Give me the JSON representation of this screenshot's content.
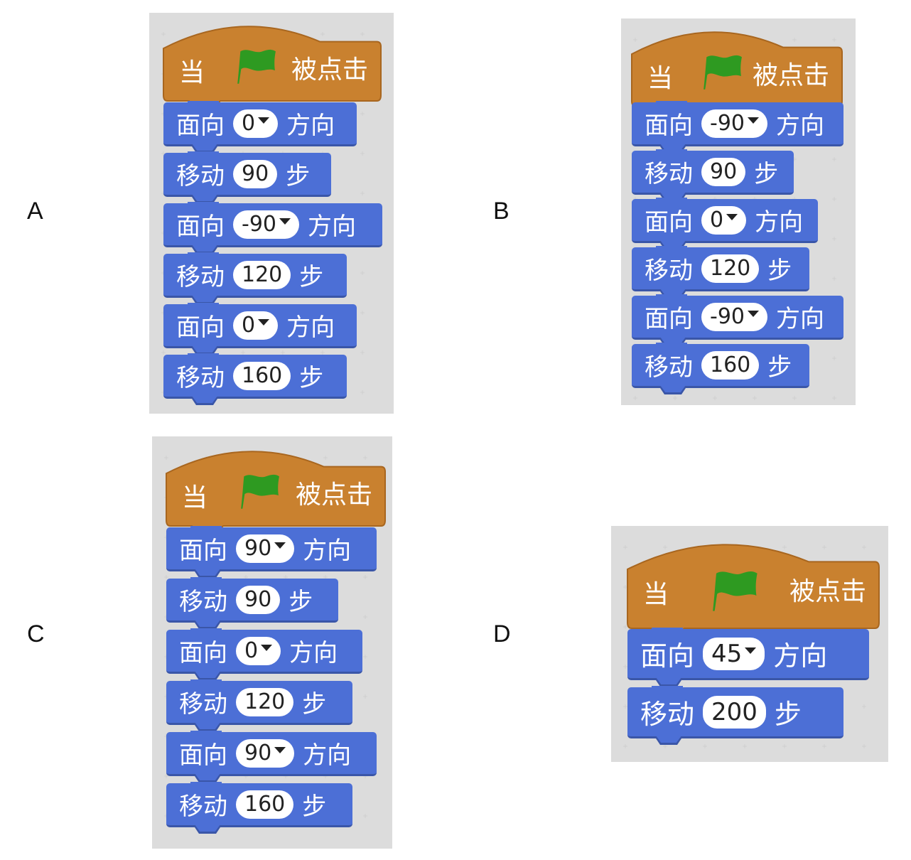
{
  "options": [
    {
      "label": "A",
      "hat": {
        "when": "当",
        "clicked": "被点击",
        "icon": "green-flag-icon"
      },
      "blocks": [
        {
          "kind": "face",
          "prefix": "面向",
          "value": "0",
          "suffix": "方向"
        },
        {
          "kind": "move",
          "prefix": "移动",
          "value": "90",
          "suffix": "步"
        },
        {
          "kind": "face",
          "prefix": "面向",
          "value": "-90",
          "suffix": "方向"
        },
        {
          "kind": "move",
          "prefix": "移动",
          "value": "120",
          "suffix": "步"
        },
        {
          "kind": "face",
          "prefix": "面向",
          "value": "0",
          "suffix": "方向"
        },
        {
          "kind": "move",
          "prefix": "移动",
          "value": "160",
          "suffix": "步"
        }
      ]
    },
    {
      "label": "B",
      "hat": {
        "when": "当",
        "clicked": "被点击",
        "icon": "green-flag-icon"
      },
      "blocks": [
        {
          "kind": "face",
          "prefix": "面向",
          "value": "-90",
          "suffix": "方向"
        },
        {
          "kind": "move",
          "prefix": "移动",
          "value": "90",
          "suffix": "步"
        },
        {
          "kind": "face",
          "prefix": "面向",
          "value": "0",
          "suffix": "方向"
        },
        {
          "kind": "move",
          "prefix": "移动",
          "value": "120",
          "suffix": "步"
        },
        {
          "kind": "face",
          "prefix": "面向",
          "value": "-90",
          "suffix": "方向"
        },
        {
          "kind": "move",
          "prefix": "移动",
          "value": "160",
          "suffix": "步"
        }
      ]
    },
    {
      "label": "C",
      "hat": {
        "when": "当",
        "clicked": "被点击",
        "icon": "green-flag-icon"
      },
      "blocks": [
        {
          "kind": "face",
          "prefix": "面向",
          "value": "90",
          "suffix": "方向"
        },
        {
          "kind": "move",
          "prefix": "移动",
          "value": "90",
          "suffix": "步"
        },
        {
          "kind": "face",
          "prefix": "面向",
          "value": "0",
          "suffix": "方向"
        },
        {
          "kind": "move",
          "prefix": "移动",
          "value": "120",
          "suffix": "步"
        },
        {
          "kind": "face",
          "prefix": "面向",
          "value": "90",
          "suffix": "方向"
        },
        {
          "kind": "move",
          "prefix": "移动",
          "value": "160",
          "suffix": "步"
        }
      ]
    },
    {
      "label": "D",
      "hat": {
        "when": "当",
        "clicked": "被点击",
        "icon": "green-flag-icon"
      },
      "blocks": [
        {
          "kind": "face",
          "prefix": "面向",
          "value": "45",
          "suffix": "方向"
        },
        {
          "kind": "move",
          "prefix": "移动",
          "value": "200",
          "suffix": "步"
        }
      ]
    }
  ],
  "colors": {
    "hat": "#c9812f",
    "motion": "#4c6fd6",
    "flag": "#2e9a21",
    "panel": "#dcdcdc"
  }
}
